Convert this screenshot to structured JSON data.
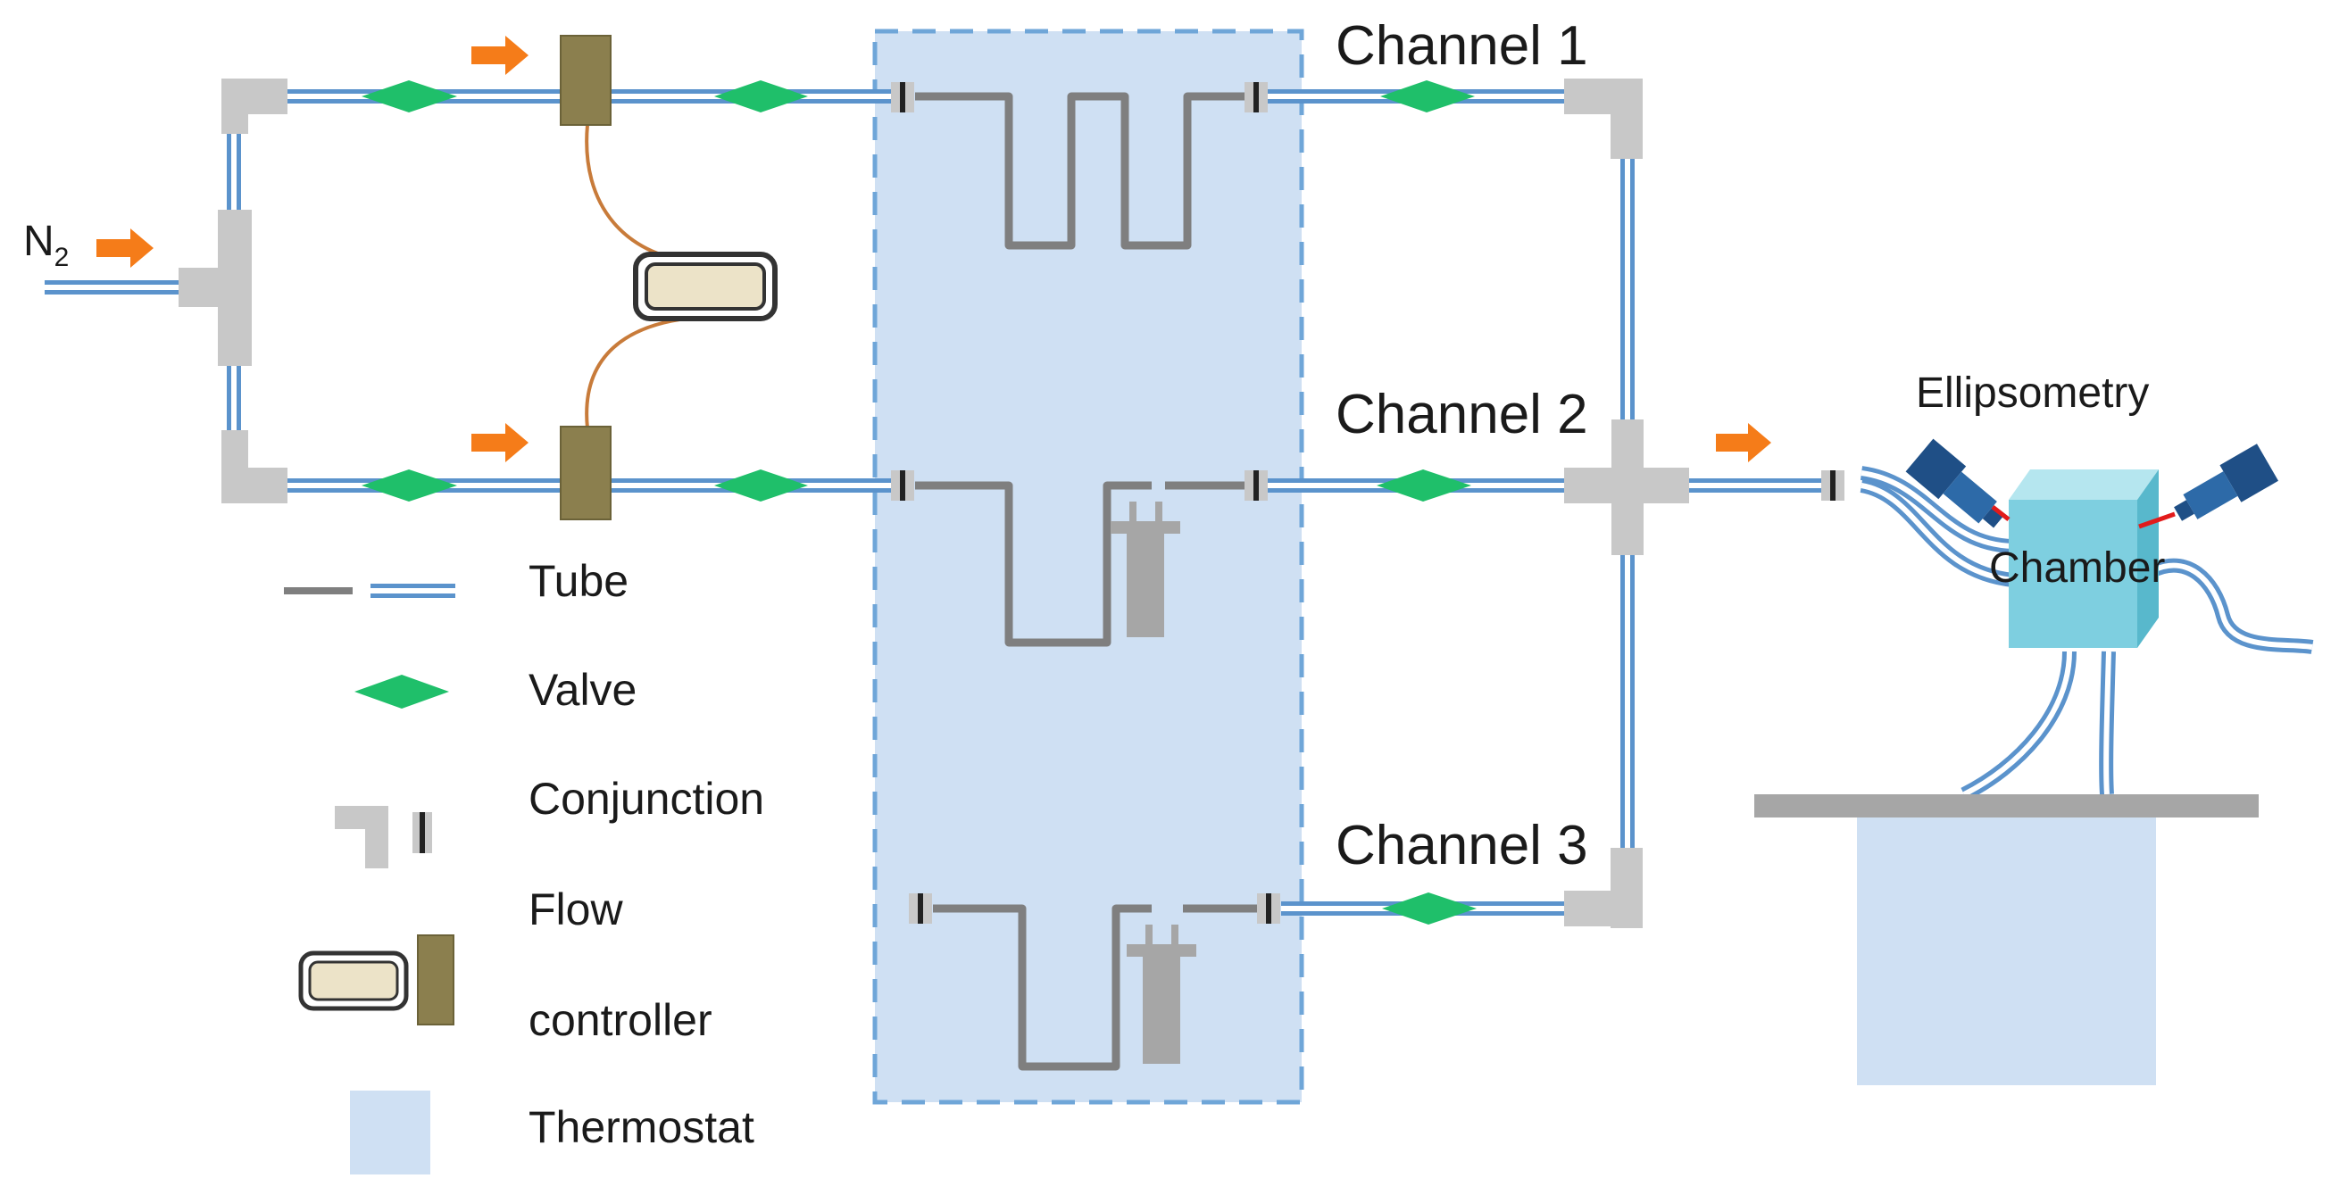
{
  "diagram": {
    "inlet": {
      "gas": "N",
      "subscript": "2"
    },
    "channels": [
      {
        "label": "Channel 1"
      },
      {
        "label": "Channel 2"
      },
      {
        "label": "Channel 3"
      }
    ],
    "chamber": {
      "label": "Chamber"
    },
    "ellipsometry": {
      "label": "Ellipsometry"
    }
  },
  "legend": {
    "tube": "Tube",
    "valve": "Valve",
    "conjunction": "Conjunction",
    "flow_line1": "Flow",
    "flow_line2": "controller",
    "thermostat": "Thermostat"
  },
  "colors": {
    "tube_blue": "#5b93cc",
    "tube_gray": "#7f7f7f",
    "valve": "#1fbf6a",
    "conjunction": "#c8c8c8",
    "flow_block": "#8b7f4e",
    "flow_display": "#ece3c8",
    "thermostat": "#cfe0f3",
    "thermostat_border": "#6fa6d8",
    "arrow": "#f57c19",
    "chamber": "#7ecfe0",
    "laser": "#e21b1b",
    "detector": "#1f4f86",
    "stage": "#a6a6a6"
  },
  "icons": [
    "arrow-right-icon",
    "valve-icon",
    "elbow-joint-icon",
    "coupling-icon",
    "flow-controller-icon",
    "bubbler-icon",
    "chamber-icon",
    "ellipsometer-head-icon"
  ]
}
